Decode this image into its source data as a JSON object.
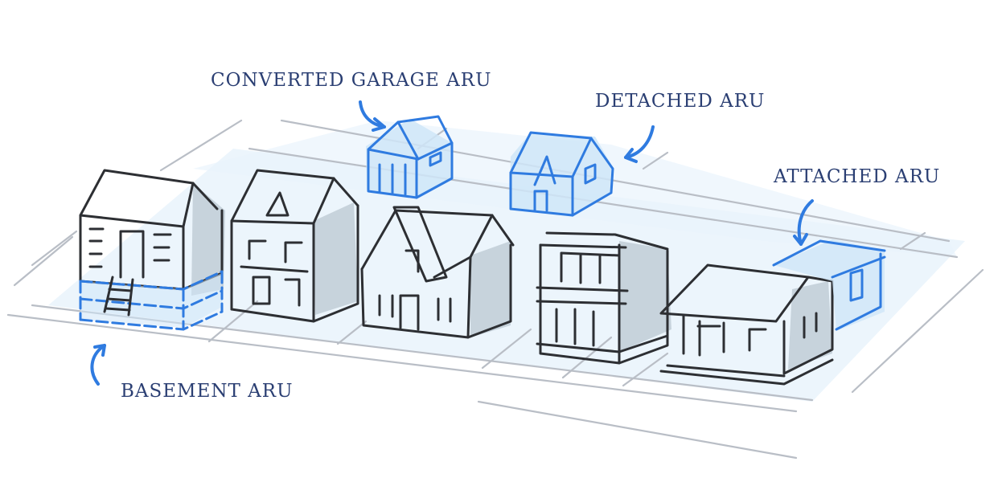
{
  "labels": {
    "converted_garage": "CONVERTED GARAGE ARU",
    "detached": "DETACHED ARU",
    "attached": "ATTACHED ARU",
    "basement": "BASEMENT ARU"
  },
  "colors": {
    "label_text": "#2b3f73",
    "aru_stroke": "#2f7be0",
    "aru_fill": "#cfe6f8",
    "house_stroke": "#2d2f33",
    "house_shadow": "#c7d3dc",
    "ground_wash": "#eaf4fc",
    "road_line": "#b9bec6"
  },
  "icons": {
    "arrow": "curved-arrow-icon"
  }
}
